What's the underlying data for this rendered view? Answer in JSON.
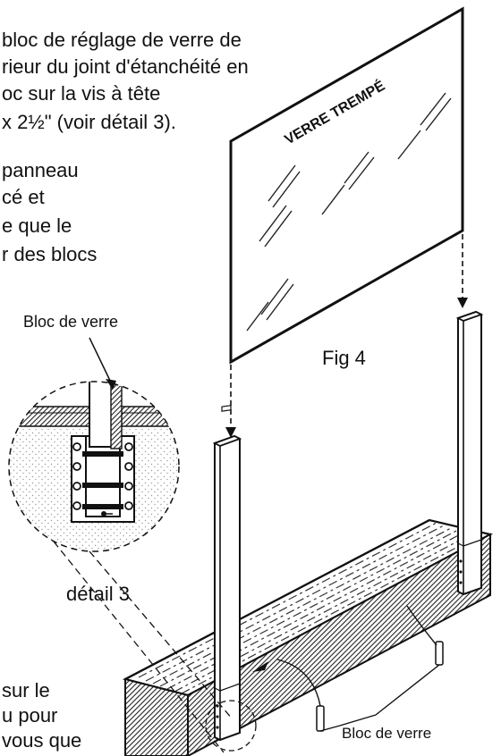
{
  "instructions": {
    "block1": [
      "bloc de réglage de verre de",
      "rieur du joint d'étanchéité en",
      "oc sur la vis à tête",
      "x 2½\" (voir détail 3)."
    ],
    "block2": [
      "panneau",
      "cé et",
      "e que le",
      "r des blocs"
    ],
    "block3": [
      "sur le",
      "u pour",
      "vous que"
    ]
  },
  "labels": {
    "glass_block_top": "Bloc de verre",
    "glass_block_bottom": "Bloc de verre",
    "figure": "Fig 4",
    "detail": "détail 3",
    "tempered_glass": "VERRE TREMPÉ"
  },
  "colors": {
    "ink": "#111111",
    "stipple": "#9a9a9a",
    "hatch": "#333333"
  }
}
